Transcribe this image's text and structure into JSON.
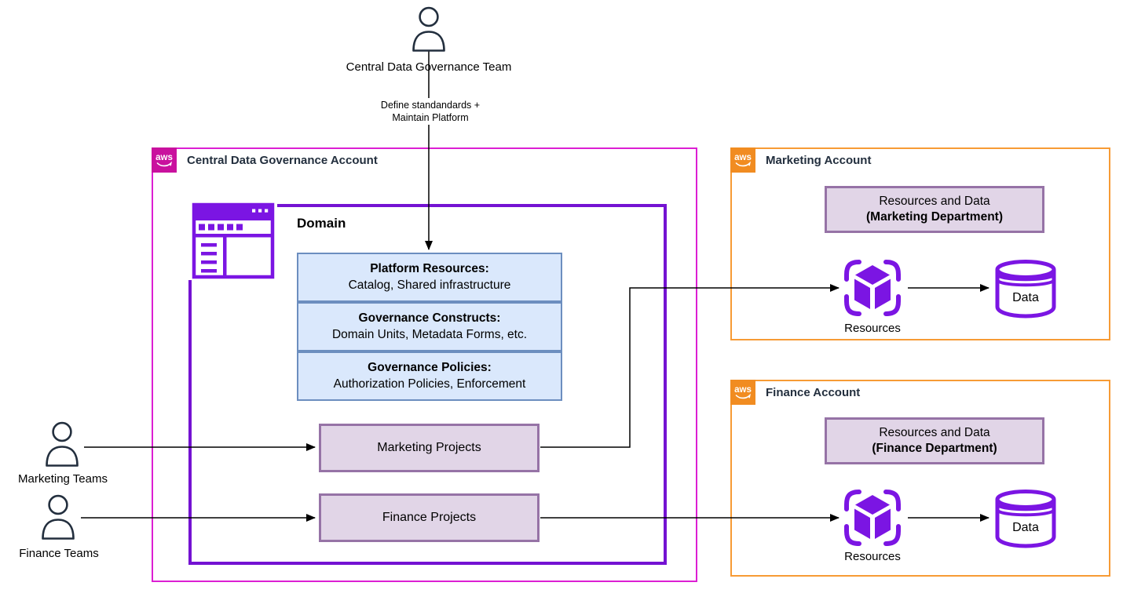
{
  "colors": {
    "magenta_border": "#DC1FD3",
    "magenta_badge": "#C9119E",
    "orange_border": "#F79B35",
    "orange_badge": "#F18C21",
    "purple_border": "#7412D2",
    "purple_icon": "#7B15E3",
    "blue_fill": "#DAE8FC",
    "blue_border": "#6C8EBF",
    "lavender_fill": "#E1D5E7",
    "lavender_border": "#9673A6",
    "ink": "#232F3E",
    "line": "#000000"
  },
  "top_actor": {
    "label": "Central Data Governance Team",
    "arrow_note_line1": "Define standandards +",
    "arrow_note_line2": "Maintain Platform"
  },
  "governance_account": {
    "badge_label": "aws",
    "title": "Central Data Governance Account",
    "domain": {
      "title": "Domain",
      "capability_boxes": [
        {
          "heading": "Platform Resources:",
          "detail": "Catalog, Shared infrastructure"
        },
        {
          "heading": "Governance Constructs:",
          "detail": "Domain Units, Metadata Forms, etc."
        },
        {
          "heading": "Governance Policies:",
          "detail": "Authorization Policies, Enforcement"
        }
      ],
      "project_boxes": [
        {
          "label": "Marketing Projects"
        },
        {
          "label": "Finance Projects"
        }
      ]
    }
  },
  "external_actors": [
    {
      "label": "Marketing Teams"
    },
    {
      "label": "Finance Teams"
    }
  ],
  "member_accounts": [
    {
      "badge_label": "aws",
      "title": "Marketing Account",
      "resource_data_box": {
        "line1": "Resources and Data",
        "line2": "(Marketing Department)"
      },
      "resources_label": "Resources",
      "data_label": "Data"
    },
    {
      "badge_label": "aws",
      "title": "Finance Account",
      "resource_data_box": {
        "line1": "Resources and Data",
        "line2": "(Finance Department)"
      },
      "resources_label": "Resources",
      "data_label": "Data"
    }
  ]
}
